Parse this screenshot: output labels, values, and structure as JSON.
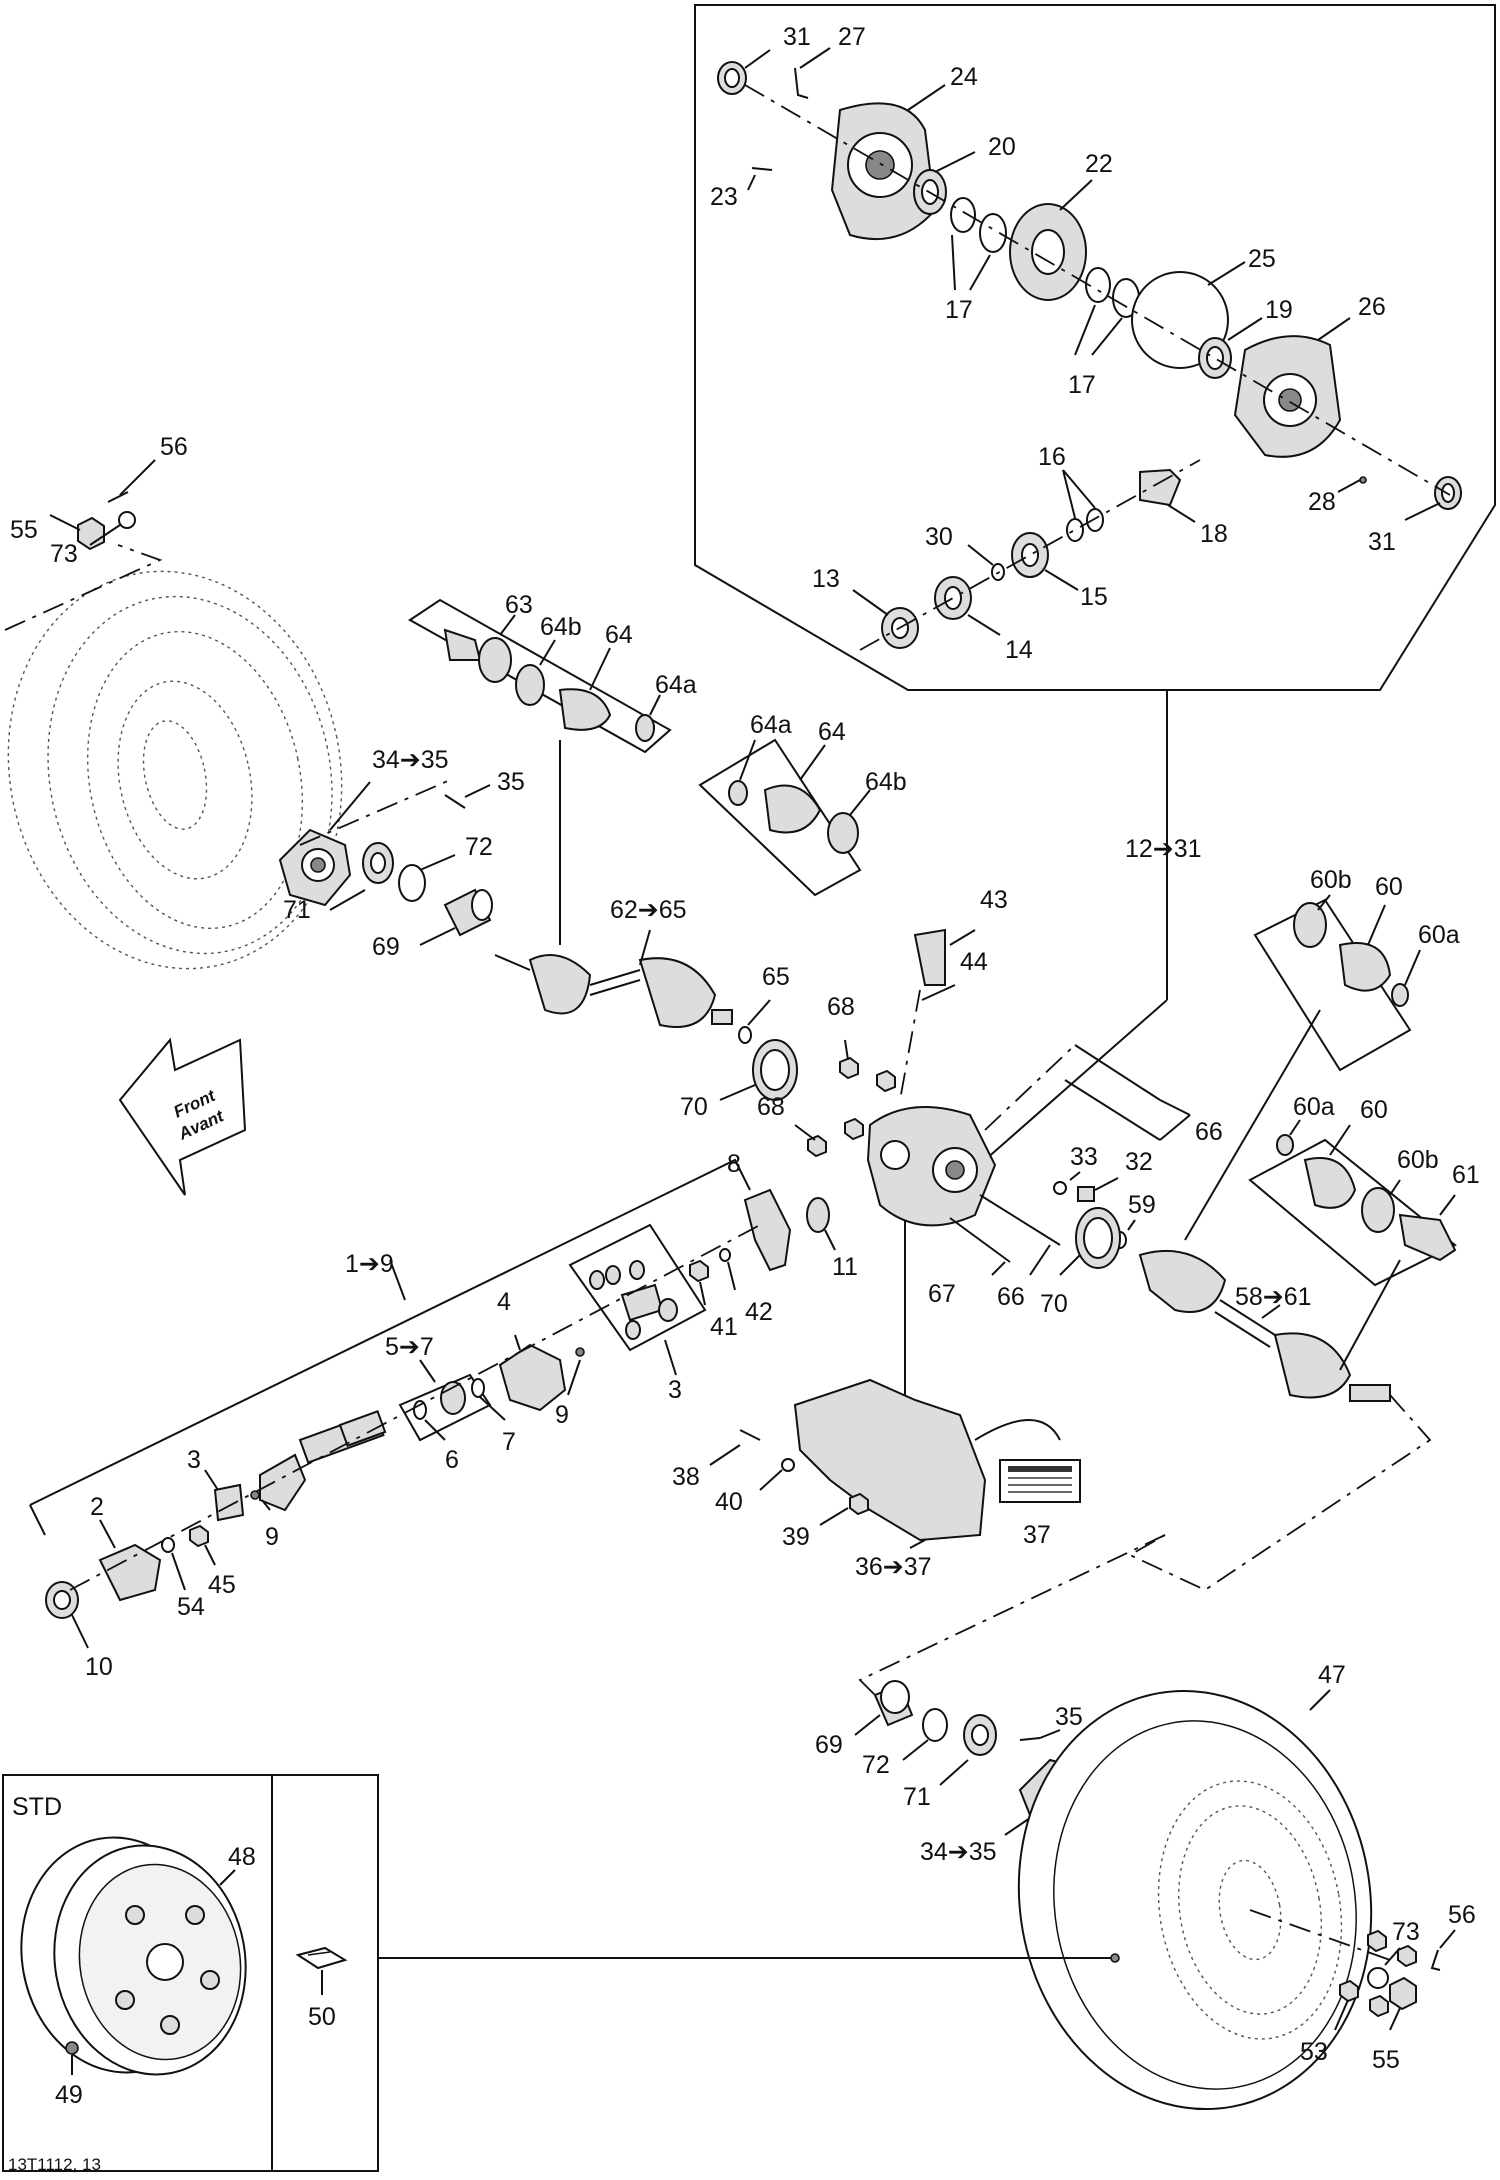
{
  "diagram_code": "13T1112, 13",
  "std_label": "STD",
  "front_label": "Front",
  "avant_label": "Avant",
  "callouts": [
    {
      "id": "c31a",
      "text": "31"
    },
    {
      "id": "c27",
      "text": "27"
    },
    {
      "id": "c24",
      "text": "24"
    },
    {
      "id": "c20",
      "text": "20"
    },
    {
      "id": "c22",
      "text": "22"
    },
    {
      "id": "c23",
      "text": "23"
    },
    {
      "id": "c17a",
      "text": "17"
    },
    {
      "id": "c25",
      "text": "25"
    },
    {
      "id": "c19",
      "text": "19"
    },
    {
      "id": "c26",
      "text": "26"
    },
    {
      "id": "c17b",
      "text": "17"
    },
    {
      "id": "c16",
      "text": "16"
    },
    {
      "id": "c28",
      "text": "28"
    },
    {
      "id": "c18",
      "text": "18"
    },
    {
      "id": "c31b",
      "text": "31"
    },
    {
      "id": "c30",
      "text": "30"
    },
    {
      "id": "c13",
      "text": "13"
    },
    {
      "id": "c15",
      "text": "15"
    },
    {
      "id": "c14",
      "text": "14"
    },
    {
      "id": "c56a",
      "text": "56"
    },
    {
      "id": "c55a",
      "text": "55"
    },
    {
      "id": "c73a",
      "text": "73"
    },
    {
      "id": "c63",
      "text": "63"
    },
    {
      "id": "c64ba",
      "text": "64b"
    },
    {
      "id": "c64a",
      "text": "64"
    },
    {
      "id": "c64aa",
      "text": "64a"
    },
    {
      "id": "c3435a",
      "text": "34➔35"
    },
    {
      "id": "c35a",
      "text": "35"
    },
    {
      "id": "c64ab",
      "text": "64a"
    },
    {
      "id": "c64b",
      "text": "64"
    },
    {
      "id": "c64bb",
      "text": "64b"
    },
    {
      "id": "c72a",
      "text": "72"
    },
    {
      "id": "c71a",
      "text": "71"
    },
    {
      "id": "c69a",
      "text": "69"
    },
    {
      "id": "c1231",
      "text": "12➔31"
    },
    {
      "id": "c6265",
      "text": "62➔65"
    },
    {
      "id": "c43",
      "text": "43"
    },
    {
      "id": "c44",
      "text": "44"
    },
    {
      "id": "c60ba",
      "text": "60b"
    },
    {
      "id": "c60a",
      "text": "60"
    },
    {
      "id": "c60aa",
      "text": "60a"
    },
    {
      "id": "c65",
      "text": "65"
    },
    {
      "id": "c68a",
      "text": "68"
    },
    {
      "id": "c70a",
      "text": "70"
    },
    {
      "id": "c68b",
      "text": "68"
    },
    {
      "id": "c66a",
      "text": "66"
    },
    {
      "id": "c60ab",
      "text": "60a"
    },
    {
      "id": "c60b",
      "text": "60"
    },
    {
      "id": "c60bb",
      "text": "60b"
    },
    {
      "id": "c61",
      "text": "61"
    },
    {
      "id": "c33",
      "text": "33"
    },
    {
      "id": "c32",
      "text": "32"
    },
    {
      "id": "c59",
      "text": "59"
    },
    {
      "id": "c8",
      "text": "8"
    },
    {
      "id": "c19r",
      "text": "1➔9"
    },
    {
      "id": "c11",
      "text": "11"
    },
    {
      "id": "c67",
      "text": "67"
    },
    {
      "id": "c66b",
      "text": "66"
    },
    {
      "id": "c70b",
      "text": "70"
    },
    {
      "id": "c5861",
      "text": "58➔61"
    },
    {
      "id": "c4",
      "text": "4"
    },
    {
      "id": "c41",
      "text": "41"
    },
    {
      "id": "c42",
      "text": "42"
    },
    {
      "id": "c57",
      "text": "5➔7"
    },
    {
      "id": "c9a",
      "text": "9"
    },
    {
      "id": "c3a",
      "text": "3"
    },
    {
      "id": "c6",
      "text": "6"
    },
    {
      "id": "c7",
      "text": "7"
    },
    {
      "id": "c3b",
      "text": "3"
    },
    {
      "id": "c2",
      "text": "2"
    },
    {
      "id": "c9b",
      "text": "9"
    },
    {
      "id": "c45",
      "text": "45"
    },
    {
      "id": "c54",
      "text": "54"
    },
    {
      "id": "c10",
      "text": "10"
    },
    {
      "id": "c38",
      "text": "38"
    },
    {
      "id": "c40",
      "text": "40"
    },
    {
      "id": "c39",
      "text": "39"
    },
    {
      "id": "c37",
      "text": "37"
    },
    {
      "id": "c3637",
      "text": "36➔37"
    },
    {
      "id": "c47",
      "text": "47"
    },
    {
      "id": "c35b",
      "text": "35"
    },
    {
      "id": "c69b",
      "text": "69"
    },
    {
      "id": "c72b",
      "text": "72"
    },
    {
      "id": "c71b",
      "text": "71"
    },
    {
      "id": "c3435b",
      "text": "34➔35"
    },
    {
      "id": "c48",
      "text": "48"
    },
    {
      "id": "c50",
      "text": "50"
    },
    {
      "id": "c49",
      "text": "49"
    },
    {
      "id": "c73b",
      "text": "73"
    },
    {
      "id": "c56b",
      "text": "56"
    },
    {
      "id": "c53",
      "text": "53"
    },
    {
      "id": "c55b",
      "text": "55"
    }
  ]
}
